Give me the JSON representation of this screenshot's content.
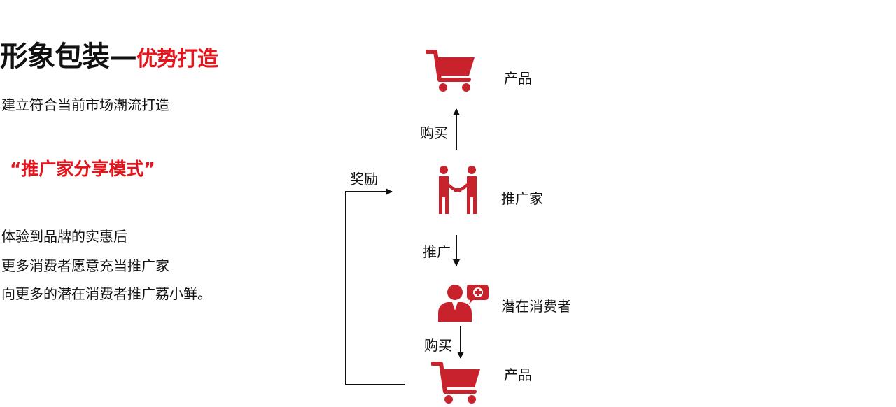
{
  "heading": {
    "main": "形象包装—",
    "highlight": "优势打造"
  },
  "subtitle": "建立符合当前市场潮流打造",
  "model_name": "“推广家分享模式”",
  "description_lines": [
    "体验到品牌的实惠后",
    "更多消费者愿意充当推广家",
    "向更多的潜在消费者推广荔小鲜。"
  ],
  "diagram": {
    "nodes": {
      "product_top": "产品",
      "promoter": "推广家",
      "consumer": "潜在消费者",
      "product_bottom": "产品"
    },
    "edges": {
      "buy_up": "购买",
      "promote": "推广",
      "buy_down": "购买",
      "reward": "奖励"
    }
  },
  "colors": {
    "accent": "#e8141c",
    "icon": "#c8232c",
    "text": "#111111"
  },
  "icons": {
    "product_top": "shopping-cart-icon",
    "promoter": "handshake-icon",
    "consumer": "consumer-medical-icon",
    "product_bottom": "shopping-cart-icon"
  }
}
